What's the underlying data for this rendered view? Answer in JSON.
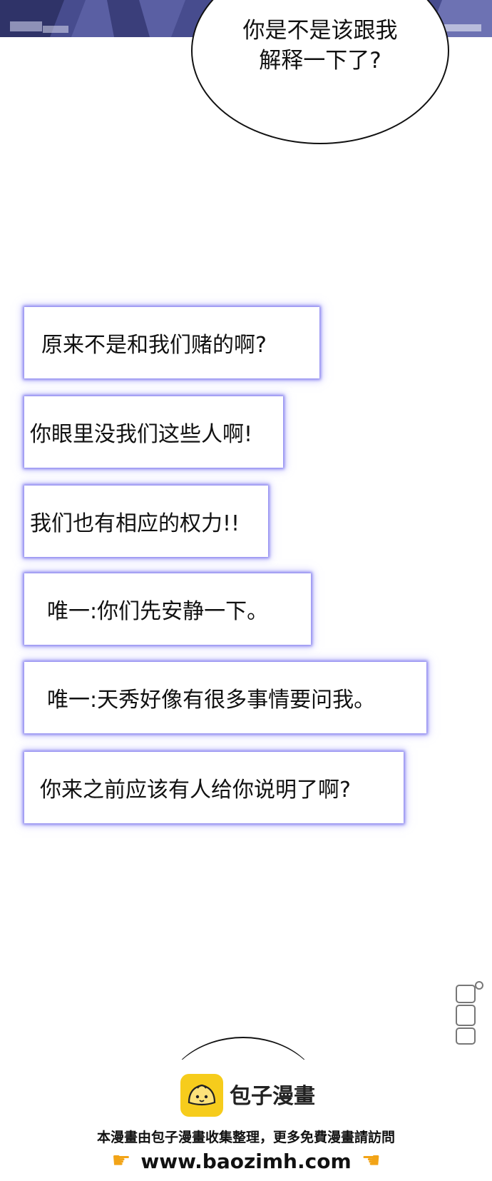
{
  "speech": {
    "text": "你是不是该跟我\n解释一下了?"
  },
  "captions": [
    {
      "text": "原来不是和我们赌的啊?"
    },
    {
      "text": "你眼里没我们这些人啊!"
    },
    {
      "text": "我们也有相应的权力!!"
    },
    {
      "text": "唯一:你们先安静一下。"
    },
    {
      "text": "唯一:天秀好像有很多事情要问我。"
    },
    {
      "text": "你来之前应该有人给你说明了啊?"
    }
  ],
  "watermark": {
    "icon": "dmzj-watermark-icon"
  },
  "footer": {
    "logo_text": "包子漫畫",
    "promo_text": "本漫畫由包子漫畫收集整理，更多免費漫畫請訪問",
    "url": "www.baozimh.com",
    "icons": {
      "logo": "bun-logo-icon",
      "hand": "pointing-hand-icon"
    },
    "colors": {
      "logo_bg": "#f6cc1c",
      "hand": "#f2a417"
    }
  },
  "colors": {
    "caption_glow": "#7873eb",
    "panel_top": "#4a4f92"
  }
}
